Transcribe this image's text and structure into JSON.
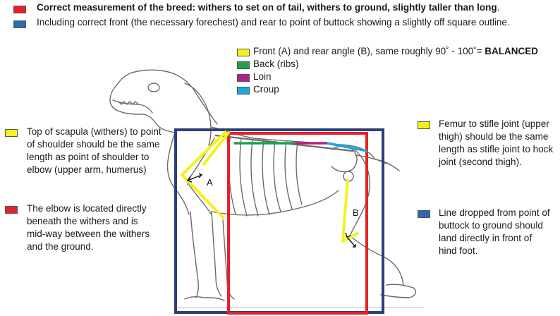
{
  "colors": {
    "red": "#e8202a",
    "blue": "#2e6ab0",
    "yellow": "#f5f21a",
    "green": "#1fa14a",
    "magenta": "#b0238c",
    "cyan": "#1aa8e0",
    "frame_blue": "#2b3f7a",
    "frame_red": "#e8202a"
  },
  "header": {
    "line1": "Correct measurement of the breed: withers to set on of tail, withers to ground, slightly taller than long",
    "line1_end": ".",
    "line2": "Including correct front (the necessary forechest) and rear to point of buttock showing a slightly off square outline."
  },
  "legend": {
    "front_rear_prefix": "Front (A) and rear angle (B), same roughly 90˚ - 100˚= ",
    "front_rear_bold": "BALANCED",
    "back": "Back (ribs)",
    "loin": "Loin",
    "croup": "Croup"
  },
  "notes": {
    "scapula": "Top of scapula (withers) to point of shoulder should be the same length as point of shoulder to elbow (upper arm, humerus)",
    "elbow": "The elbow is located directly beneath the withers and is mid-way between the withers and the ground.",
    "femur": "Femur to stifle joint (upper thigh) should be the same length as stifle joint to hock joint (second thigh).",
    "buttock": "Line dropped from point of buttock to ground should land directly in front of hind foot."
  },
  "angle_labels": {
    "a": "A",
    "b": "B"
  },
  "icons": [
    "dog-skeleton-illustration"
  ]
}
